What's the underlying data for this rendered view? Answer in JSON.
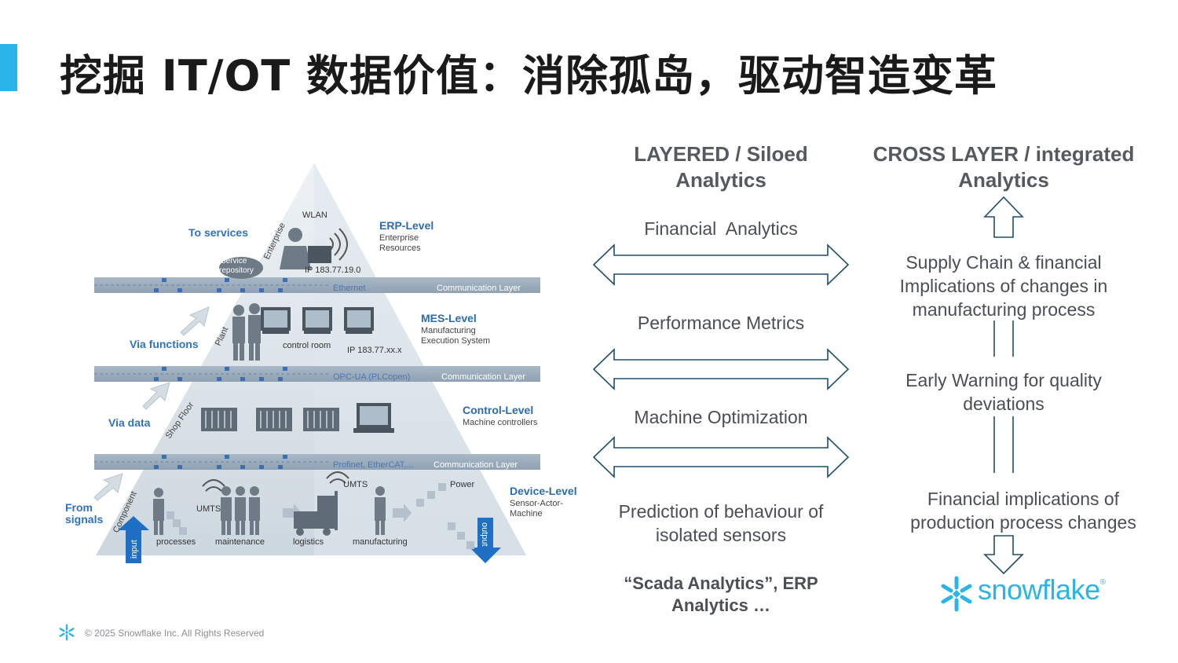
{
  "title": "挖掘 IT/OT 数据价值：消除孤岛，驱动智造变革",
  "colors": {
    "accent": "#29b5e8",
    "text": "#4a4f53",
    "arrow_stroke": "#1f4e6b"
  },
  "pyramid": {
    "layers": {
      "erp": {
        "title": "ERP-Level",
        "sub1": "Enterprise",
        "sub2": "Resources"
      },
      "mes": {
        "title": "MES-Level",
        "sub1": "Manufacturing",
        "sub2": "Execution System"
      },
      "control": {
        "title": "Control-Level",
        "sub1": "Machine controllers"
      },
      "device": {
        "title": "Device-Level",
        "sub1": "Sensor-Actor-",
        "sub2": "Machine"
      }
    },
    "comm_bars": [
      {
        "left": "Ethernet",
        "right": "Communication Layer"
      },
      {
        "left": "OPC-UA (PLCopen)",
        "right": "Communication Layer"
      },
      {
        "left": "Profinet, EtherCAT,...",
        "right": "Communication Layer"
      }
    ],
    "side_labels": {
      "services": "To services",
      "functions": "Via functions",
      "data": "Via data",
      "signals_1": "From",
      "signals_2": "signals"
    },
    "rotated": {
      "enterprise": "Enterprise",
      "plant": "Plant",
      "shop_floor": "Shop Floor",
      "component": "Component",
      "input": "input",
      "output": "output"
    },
    "labels": {
      "wlan": "WLAN",
      "service_1": "Service",
      "service_2": "repository",
      "ip_top": "IP 183.77.19.0",
      "control_room": "control room",
      "ip_mid": "IP 183.77.xx.x",
      "umts_1": "UMTS",
      "umts_2": "UMTS",
      "power": "Power",
      "processes": "processes",
      "maintenance": "maintenance",
      "logistics": "logistics",
      "manufacturing": "manufacturing"
    }
  },
  "middle": {
    "heading_1": "LAYERED / Siloed",
    "heading_2": "Analytics",
    "items": [
      "Financial  Analytics",
      "Performance Metrics",
      "Machine Optimization"
    ],
    "prediction_1": "Prediction of behaviour of",
    "prediction_2": "isolated sensors",
    "scada_1": "“Scada Analytics”, ERP",
    "scada_2": "Analytics …"
  },
  "right": {
    "heading_1": "CROSS LAYER / integrated",
    "heading_2": "Analytics",
    "supply_1": "Supply Chain & financial",
    "supply_2": "Implications of changes in",
    "supply_3": "manufacturing process",
    "warning_1": "Early Warning for quality",
    "warning_2": "deviations",
    "fin_1": "Financial implications of",
    "fin_2": "production process changes",
    "logo_text": "snowflake",
    "logo_mark": "®"
  },
  "footer": {
    "text": "© 2025 Snowflake Inc. All Rights Reserved"
  }
}
